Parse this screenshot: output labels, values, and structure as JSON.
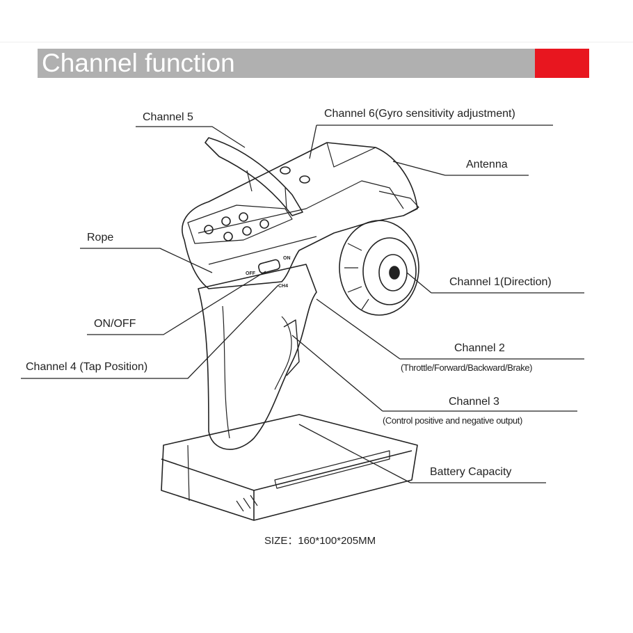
{
  "header": {
    "title": "Channel function",
    "accent_color": "#e8161f",
    "bar_color": "#b0b0b0"
  },
  "labels": {
    "channel5": "Channel 5",
    "channel6": "Channel 6(Gyro sensitivity adjustment)",
    "antenna": "Antenna",
    "rope": "Rope",
    "channel1": "Channel 1(Direction)",
    "onoff": "ON/OFF",
    "channel4": "Channel 4 (Tap Position)",
    "channel2": "Channel 2",
    "channel2_sub": "(Throttle/Forward/Backward/Brake)",
    "channel3": "Channel 3",
    "channel3_sub": "(Control positive and negative output)",
    "battery": "Battery Capacity"
  },
  "device_marks": {
    "off": "OFF",
    "on": "ON",
    "ch4": "CH4"
  },
  "size": "SIZE：160*100*205MM"
}
